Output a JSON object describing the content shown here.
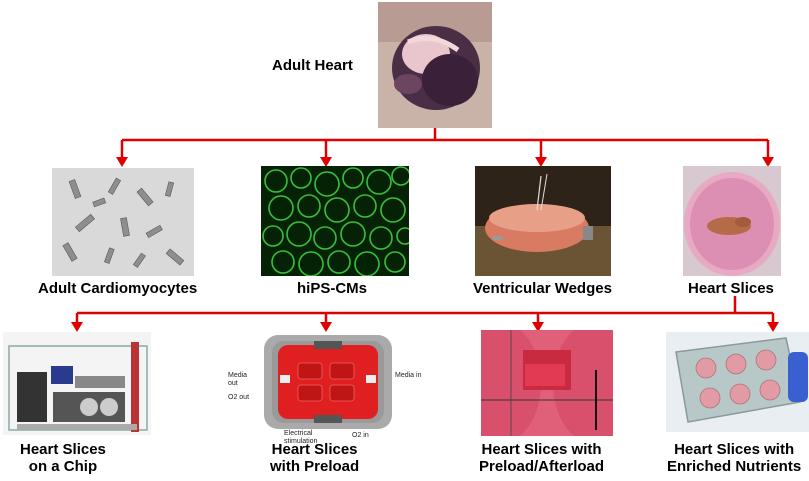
{
  "top": {
    "label": "Adult Heart"
  },
  "row1": [
    {
      "label": "Adult Cardiomyocytes"
    },
    {
      "label": "hiPS-CMs"
    },
    {
      "label": "Ventricular Wedges"
    },
    {
      "label": "Heart Slices"
    }
  ],
  "row2": [
    {
      "line1": "Heart Slices",
      "line2": "on a Chip"
    },
    {
      "line1": "Heart Slices",
      "line2": "with Preload"
    },
    {
      "line1": "Heart Slices with",
      "line2": "Preload/Afterload"
    },
    {
      "line1": "Heart Slices with",
      "line2": "Enriched Nutrients"
    }
  ],
  "device_annotations": {
    "media_out": "Media out",
    "o2_out": "O2 out",
    "media_in": "Media in",
    "electrical": "Electrical stimulation",
    "o2_in": "O2 in"
  },
  "colors": {
    "connector": "#e00000"
  }
}
